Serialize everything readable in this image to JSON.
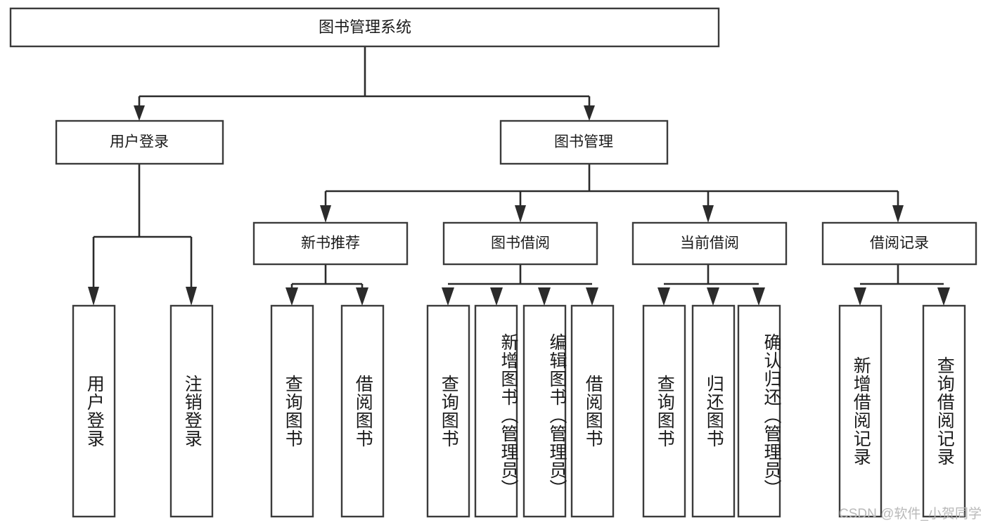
{
  "diagram": {
    "title": "图书管理系统",
    "type": "tree",
    "root": {
      "id": "root",
      "label": "图书管理系统"
    },
    "level2": [
      {
        "id": "user-login",
        "label": "用户登录"
      },
      {
        "id": "book-manage",
        "label": "图书管理"
      }
    ],
    "level3": [
      {
        "id": "new-book-rec",
        "label": "新书推荐",
        "parent": "book-manage"
      },
      {
        "id": "book-borrow",
        "label": "图书借阅",
        "parent": "book-manage"
      },
      {
        "id": "current-borrow",
        "label": "当前借阅",
        "parent": "book-manage"
      },
      {
        "id": "borrow-record",
        "label": "借阅记录",
        "parent": "book-manage"
      }
    ],
    "leaves": [
      {
        "id": "leaf-user-login",
        "label": "用户登录",
        "parent": "user-login"
      },
      {
        "id": "leaf-user-logout",
        "label": "注销登录",
        "parent": "user-login"
      },
      {
        "id": "leaf-query-book-1",
        "label": "查询图书",
        "parent": "new-book-rec"
      },
      {
        "id": "leaf-borrow-book-1",
        "label": "借阅图书",
        "parent": "new-book-rec"
      },
      {
        "id": "leaf-query-book-2",
        "label": "查询图书",
        "parent": "book-borrow"
      },
      {
        "id": "leaf-add-book",
        "label": "新增图书（管理员）",
        "parent": "book-borrow"
      },
      {
        "id": "leaf-edit-book",
        "label": "编辑图书（管理员）",
        "parent": "book-borrow"
      },
      {
        "id": "leaf-borrow-book-2",
        "label": "借阅图书",
        "parent": "book-borrow"
      },
      {
        "id": "leaf-query-book-3",
        "label": "查询图书",
        "parent": "current-borrow"
      },
      {
        "id": "leaf-return-book",
        "label": "归还图书",
        "parent": "current-borrow"
      },
      {
        "id": "leaf-confirm-return",
        "label": "确认归还（管理员）",
        "parent": "current-borrow"
      },
      {
        "id": "leaf-add-record",
        "label": "新增借阅记录",
        "parent": "borrow-record"
      },
      {
        "id": "leaf-query-record",
        "label": "查询借阅记录",
        "parent": "borrow-record"
      }
    ]
  },
  "watermark": {
    "text": "CSDN @软件_小贺同学"
  },
  "colors": {
    "box_stroke": "#3b3b3b",
    "connector": "#2b2b2b",
    "text": "#1a1a1a",
    "background": "#ffffff",
    "watermark": "#b9b9b9"
  }
}
